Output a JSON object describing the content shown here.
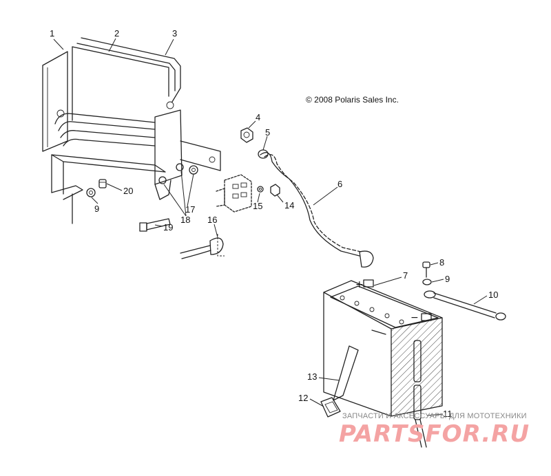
{
  "copyright": "© 2008 Polaris Sales Inc.",
  "watermark": {
    "tagline": "ЗАПЧАСТИ И АКСЕССУАРЫ ДЛЯ МОТОТЕХНИКИ",
    "brand": "PARTSFOR.RU"
  },
  "battery_terminals": {
    "positive": "+",
    "negative": "−"
  },
  "callouts": [
    "1",
    "2",
    "3",
    "4",
    "5",
    "6",
    "7",
    "8",
    "9",
    "10",
    "11",
    "12",
    "13",
    "14",
    "15",
    "16",
    "17",
    "18",
    "19",
    "20",
    "9"
  ]
}
